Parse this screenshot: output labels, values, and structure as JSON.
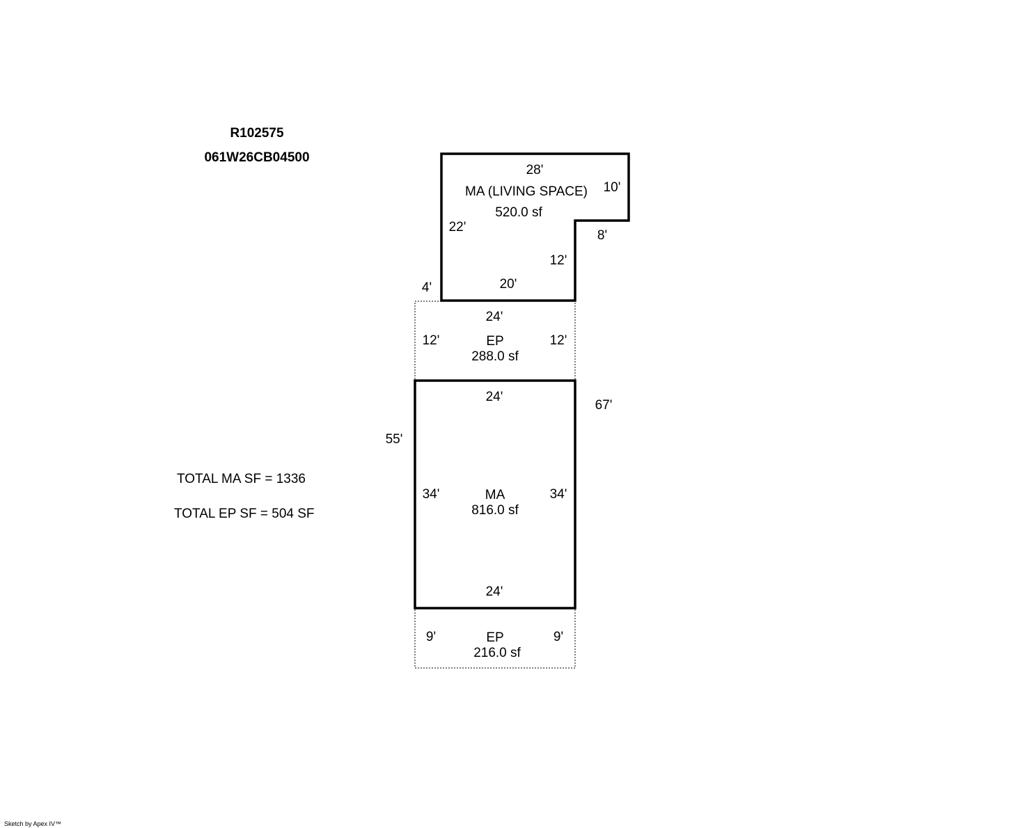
{
  "header": {
    "parcel_id": "R102575",
    "map_number": "061W26CB04500"
  },
  "totals": {
    "ma_total": "TOTAL MA SF = 1336",
    "ep_total": "TOTAL EP SF = 504 SF"
  },
  "credit": "Sketch by Apex IV™",
  "areas": {
    "upper_ma": {
      "name": "MA (LIVING SPACE)",
      "area": "520.0 sf"
    },
    "upper_ep": {
      "name": "EP",
      "area": "288.0 sf"
    },
    "lower_ma": {
      "name": "MA",
      "area": "816.0 sf"
    },
    "lower_ep": {
      "name": "EP",
      "area": "216.0 sf"
    }
  },
  "dimensions": {
    "upper_ma_top": "28'",
    "upper_ma_right_step": "10'",
    "upper_ma_notch": "8'",
    "upper_ma_left": "22'",
    "upper_ma_inner_right": "12'",
    "upper_ma_bottom": "20'",
    "offset_left": "4'",
    "upper_ep_top": "24'",
    "upper_ep_left": "12'",
    "upper_ep_right": "12'",
    "lower_ma_top": "24'",
    "overall_right": "67'",
    "overall_left": "55'",
    "lower_ma_left": "34'",
    "lower_ma_right": "34'",
    "lower_ma_bottom": "24'",
    "lower_ep_left": "9'",
    "lower_ep_right": "9'"
  }
}
